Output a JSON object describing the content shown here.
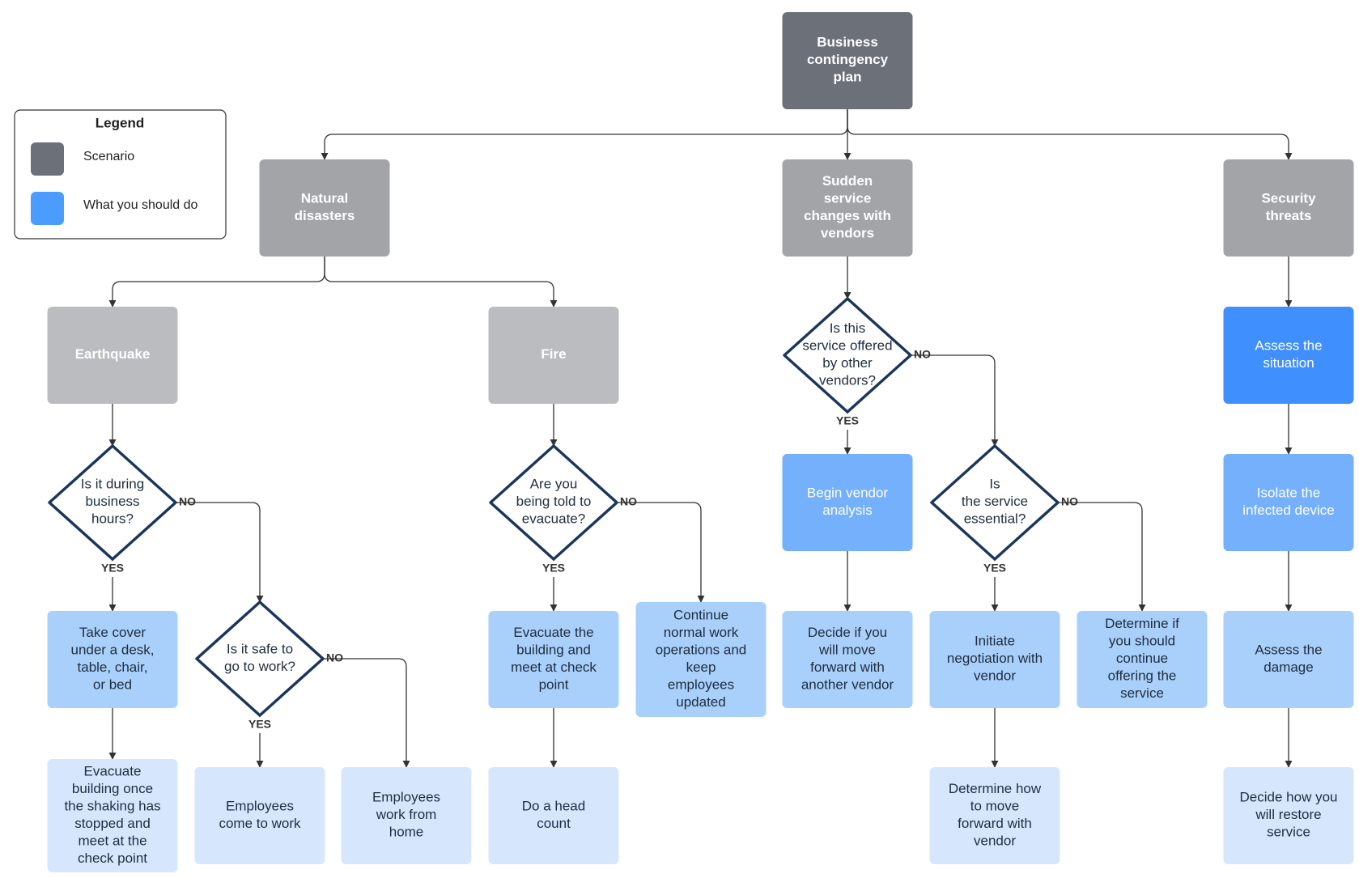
{
  "legend": {
    "title": "Legend",
    "items": [
      {
        "label": "Scenario",
        "color": "#6b7079"
      },
      {
        "label": "What you should do",
        "color": "#4a9cff"
      }
    ]
  },
  "colors": {
    "root": "#6b7079",
    "scenario": "#a2a4a8",
    "subscenario": "#bbbcbf",
    "action_strong": "#3f8fff",
    "action_medium": "#74b0fb",
    "action_light": "#a9cffb",
    "action_pale": "#d6e7fd",
    "diamond_border": "#1b365d"
  },
  "nodes": {
    "root": "Business\ncontingency\nplan",
    "natural_disasters": "Natural\ndisasters",
    "vendor_changes": "Sudden\nservice\nchanges with\nvendors",
    "security_threats": "Security\nthreats",
    "earthquake": "Earthquake",
    "fire": "Fire",
    "q_business_hours": "Is it during\nbusiness\nhours?",
    "q_safe_to_work": "Is it safe to\ngo to work?",
    "q_evacuate": "Are you\nbeing told to\nevacuate?",
    "q_other_vendors": "Is this\nservice offered\nby other\nvendors?",
    "q_essential": "Is\nthe service\nessential?",
    "take_cover": "Take cover\nunder a desk,\ntable, chair,\nor bed",
    "evacuate_building_shaking": "Evacuate\nbuilding once\nthe shaking has\nstopped and\nmeet at the\ncheck point",
    "employees_come": "Employees\ncome to work",
    "employees_home": "Employees\nwork from\nhome",
    "evacuate_fire": "Evacuate the\nbuilding and\nmeet at check\npoint",
    "head_count": "Do a head\ncount",
    "continue_work": "Continue\nnormal work\noperations and\nkeep\nemployees\nupdated",
    "vendor_analysis": "Begin vendor\nanalysis",
    "decide_move_forward": "Decide if you\nwill move\nforward with\nanother vendor",
    "initiate_negotiation": "Initiate\nnegotiation with\nvendor",
    "determine_how": "Determine how\nto move\nforward with\nvendor",
    "determine_continue": "Determine if\nyou should\ncontinue\noffering the\nservice",
    "assess_situation": "Assess the\nsituation",
    "isolate_device": "Isolate the\ninfected device",
    "assess_damage": "Assess the\ndamage",
    "restore_service": "Decide how you\nwill restore\nservice"
  },
  "connector_labels": {
    "yes": "YES",
    "no": "NO"
  }
}
